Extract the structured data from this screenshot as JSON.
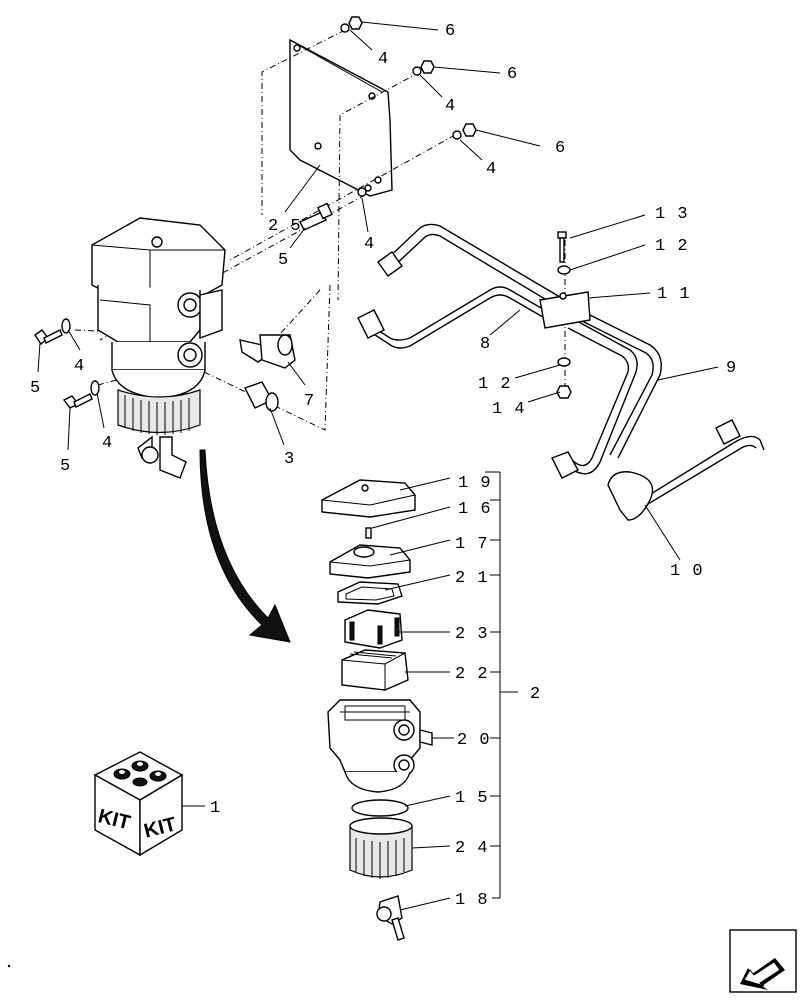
{
  "callouts": {
    "c1": "1",
    "c2": "2",
    "c3": "3",
    "c4a": "4",
    "c4b": "4",
    "c4c": "4",
    "c4d": "4",
    "c4e": "4",
    "c4f": "4",
    "c5a": "5",
    "c5b": "5",
    "c5c": "5",
    "c6a": "6",
    "c6b": "6",
    "c6c": "6",
    "c7": "7",
    "c8": "8",
    "c9": "9",
    "c10": "1 0",
    "c11": "1 1",
    "c12a": "1 2",
    "c12b": "1 2",
    "c13": "1 3",
    "c14": "1 4",
    "c15": "1 5",
    "c16": "1 6",
    "c17": "1 7",
    "c18": "1 8",
    "c19": "1 9",
    "c20": "2 0",
    "c21": "2 1",
    "c22": "2 2",
    "c23": "2 3",
    "c24": "2 4",
    "c25": "2 5"
  },
  "kit": {
    "label_left": "KIT",
    "label_right": "KIT"
  },
  "icons": {
    "nav_arrow": "next-page-arrow-icon"
  }
}
